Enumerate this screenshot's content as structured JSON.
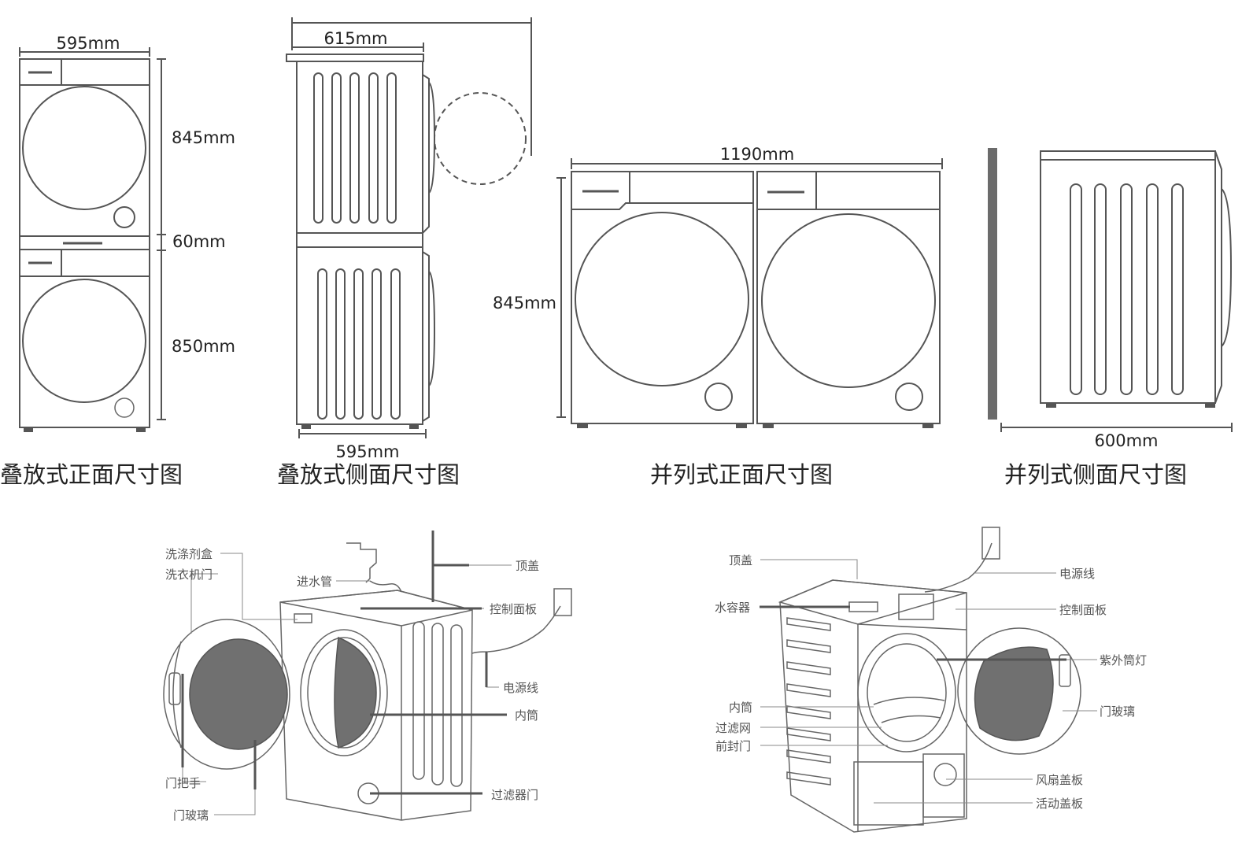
{
  "stacked_front": {
    "width_label": "595mm",
    "upper_height_label": "845mm",
    "gap_label": "60mm",
    "lower_height_label": "850mm",
    "caption": "叠放式正面尺寸图"
  },
  "stacked_side": {
    "depth_label": "615mm",
    "width_label": "595mm",
    "caption": "叠放式侧面尺寸图"
  },
  "sbs_front": {
    "width_label": "1190mm",
    "height_label": "845mm",
    "caption": "并列式正面尺寸图"
  },
  "sbs_side": {
    "depth_label": "600mm",
    "caption": "并列式侧面尺寸图"
  },
  "washer_parts": {
    "detergent_box": "洗涤剂盒",
    "door": "洗衣机门",
    "inlet_hose": "进水管",
    "top_cover": "顶盖",
    "control_panel": "控制面板",
    "power_cord": "电源线",
    "drum": "内筒",
    "door_handle": "门把手",
    "door_glass": "门玻璃",
    "filter_door": "过滤器门"
  },
  "dryer_parts": {
    "top_cover": "顶盖",
    "water_container": "水容器",
    "power_cord": "电源线",
    "control_panel": "控制面板",
    "uv_lamp": "紫外筒灯",
    "door_glass": "门玻璃",
    "drum": "内筒",
    "lint_filter": "过滤网",
    "front_seal_door": "前封门",
    "fan_cover": "风扇盖板",
    "access_cover": "活动盖板"
  }
}
